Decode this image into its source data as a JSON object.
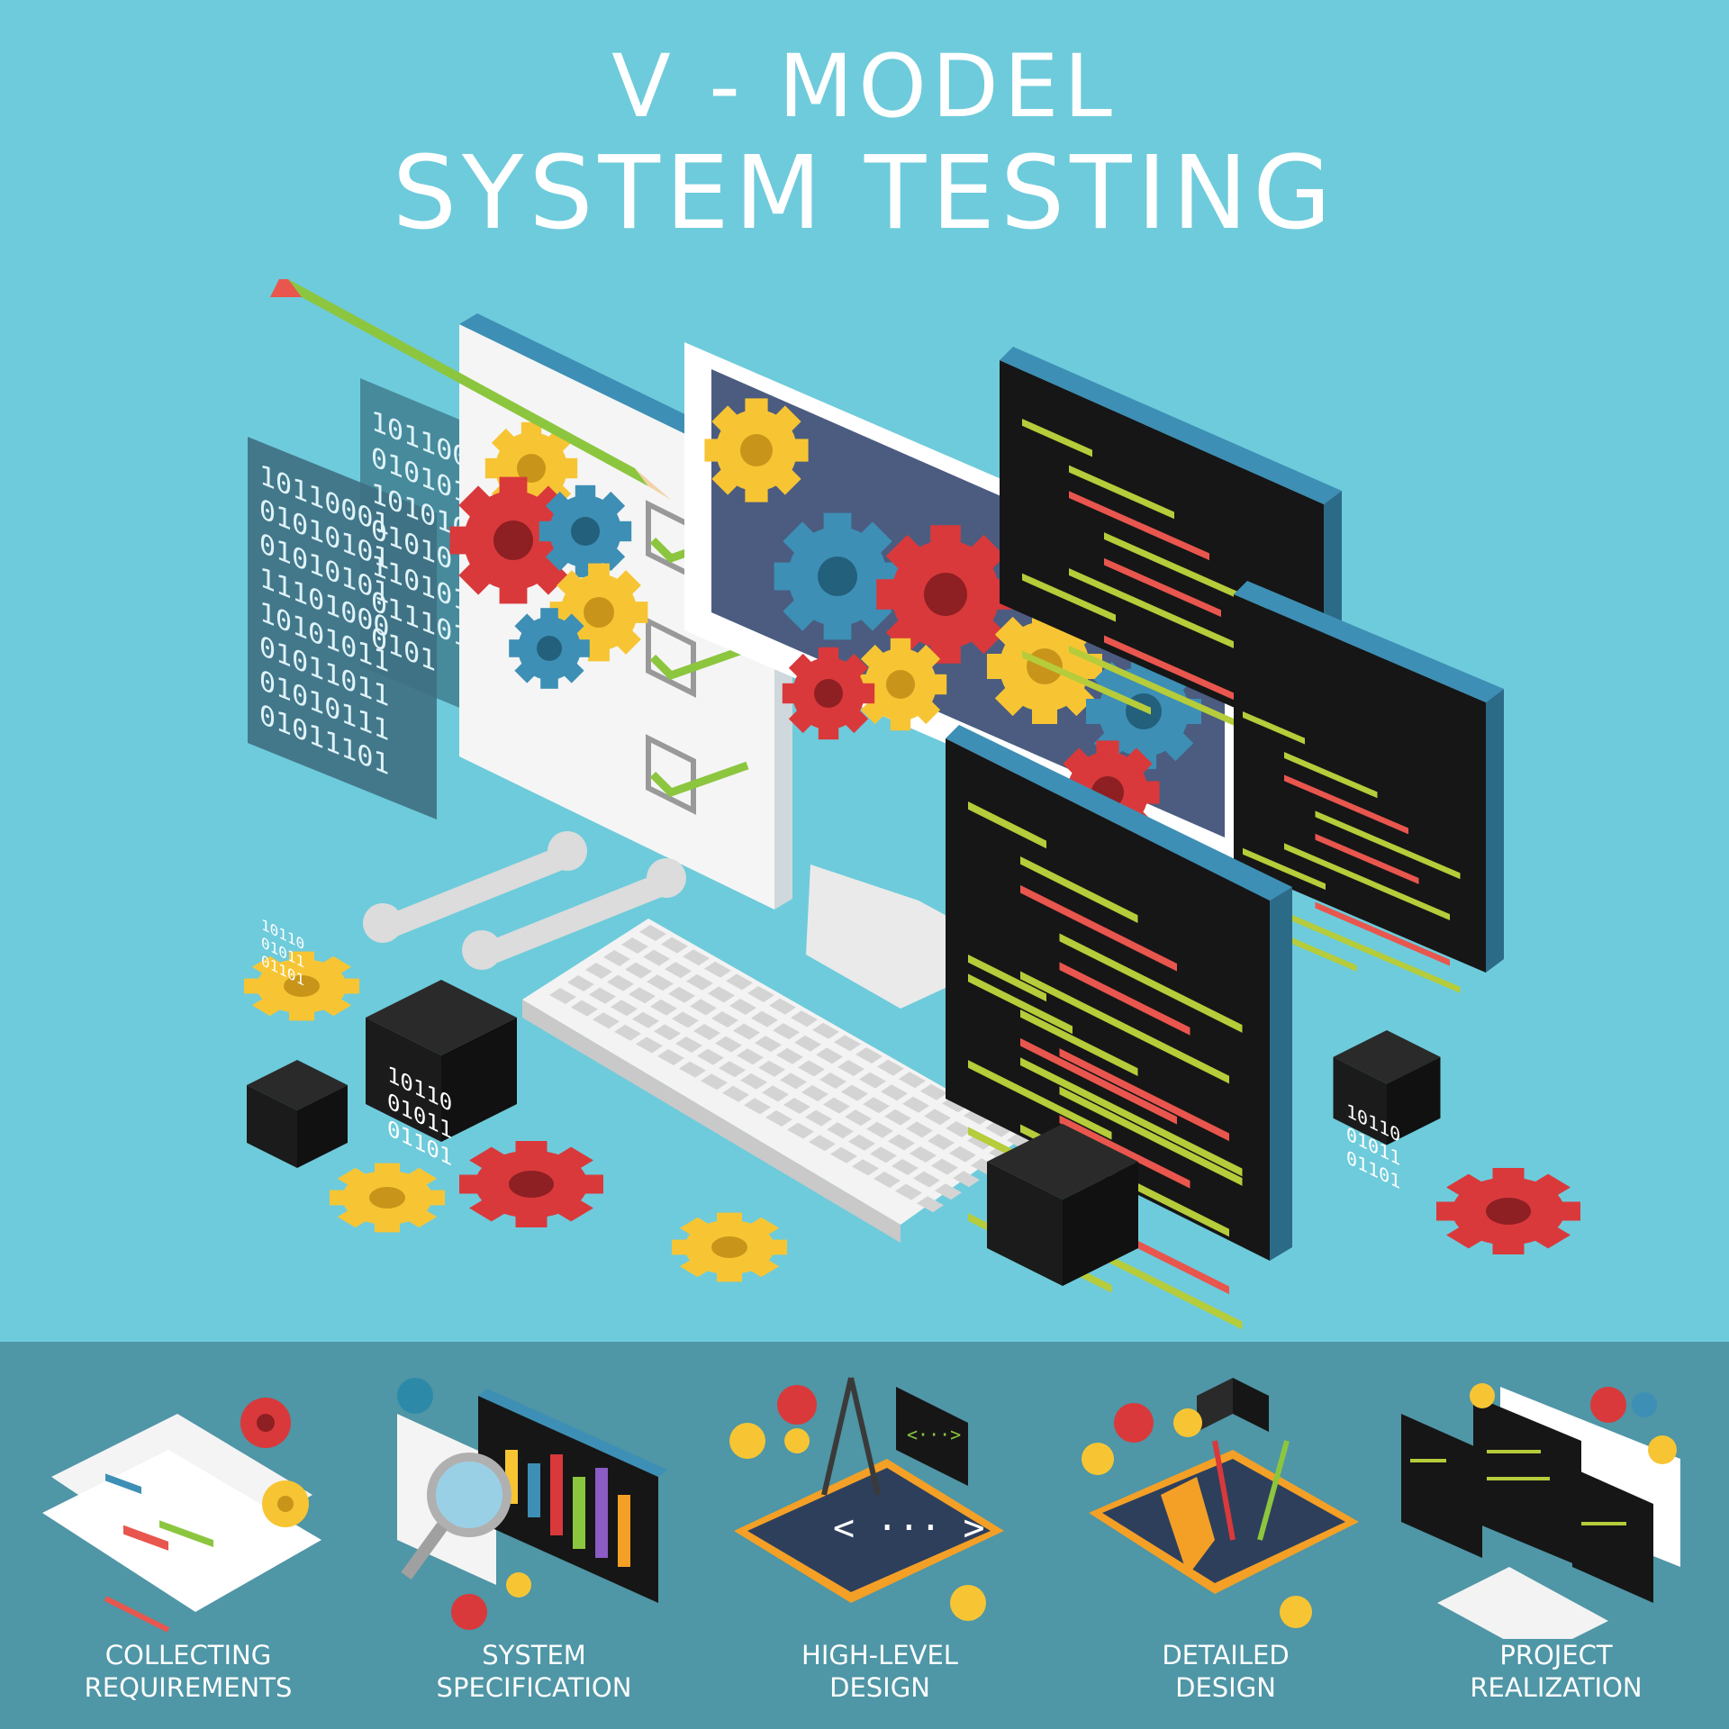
{
  "title": {
    "line1": "V - MODEL",
    "line2": "SYSTEM TESTING"
  },
  "binary": {
    "panel_back": [
      "101100",
      "010101",
      "101010",
      "01010",
      "110101",
      "011101",
      "0101"
    ],
    "panel_front": [
      "10110001",
      "01010101",
      "01010101",
      "11101000",
      "10101011",
      "01011011",
      "01010111",
      "01011101"
    ],
    "cube": [
      "10110",
      "01011",
      "01101"
    ]
  },
  "stages": [
    {
      "line1": "COLLECTING",
      "line2": "REQUIREMENTS"
    },
    {
      "line1": "SYSTEM",
      "line2": "SPECIFICATION"
    },
    {
      "line1": "HIGH-LEVEL",
      "line2": "DESIGN"
    },
    {
      "line1": "DETAILED",
      "line2": "DESIGN"
    },
    {
      "line1": "PROJECT",
      "line2": "REALIZATION"
    }
  ],
  "colors": {
    "background": "#6ecbdb",
    "footer": "#4f96a6",
    "gear_red": "#d9393b",
    "gear_yellow": "#f7c534",
    "gear_blue": "#3d8fb5",
    "code_green": "#b6cc3a",
    "code_red": "#e8564e"
  },
  "icons": [
    "pencil-icon",
    "checklist-icon",
    "monitor-icon",
    "keyboard-icon",
    "wrench-icon",
    "gear-icon",
    "binary-cube-icon",
    "code-window-icon",
    "magnifier-icon",
    "compass-icon"
  ]
}
